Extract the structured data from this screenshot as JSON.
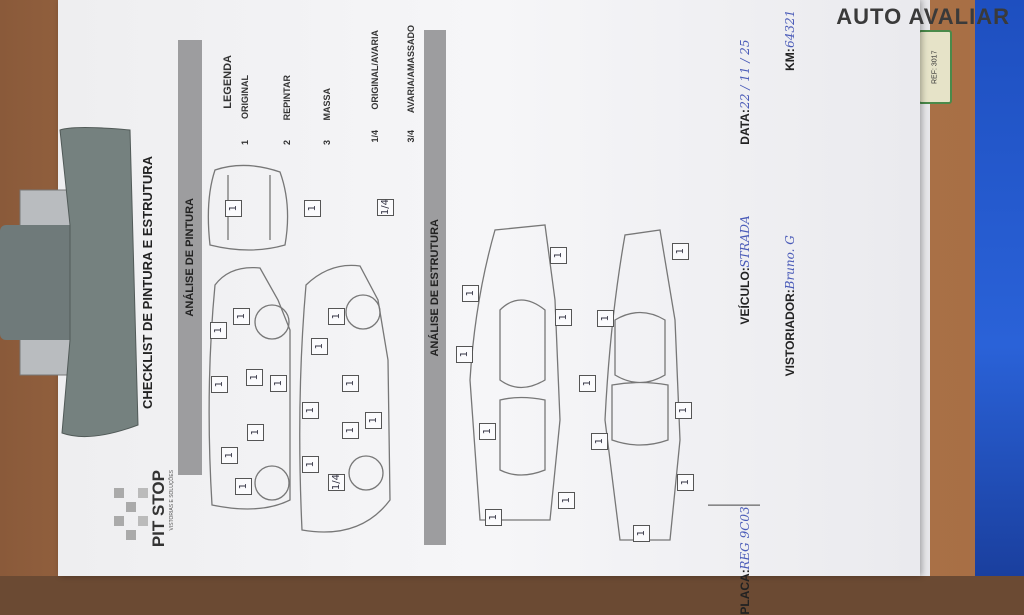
{
  "watermark": "AUTO AVALIAR",
  "tag_text": "REF: 3017",
  "form": {
    "brand": "PIT STOP",
    "brand_tagline": "VISTORIAS E SOLUÇÕES",
    "title": "CHECKLIST DE PINTURA E ESTRUTURA",
    "section_paint": "ANÁLISE DE PINTURA",
    "section_structure": "ANÁLISE DE ESTRUTURA",
    "legend": {
      "title": "LEGENDA",
      "items": [
        {
          "code": "1",
          "label": "ORIGINAL"
        },
        {
          "code": "2",
          "label": "REPINTAR"
        },
        {
          "code": "3",
          "label": "MASSA"
        },
        {
          "code": "1/4",
          "label": "ORIGINAL/AVARIA"
        },
        {
          "code": "3/4",
          "label": "AVARIA/AMASSADO"
        }
      ]
    },
    "fields": {
      "placa_label": "PLACA:",
      "placa_value": "REG 9C03",
      "veiculo_label": "VEÍCULO:",
      "veiculo_value": "STRADA",
      "data_label": "DATA:",
      "data_value": "22 / 11 / 25",
      "vistoriador_label": "VISTORIADOR:",
      "vistoriador_value": "Bruno. G",
      "km_label": "KM:",
      "km_value": "64321"
    },
    "marks": {
      "top_view": [
        "1",
        "1",
        "1/4"
      ],
      "side_left": [
        "1",
        "1",
        "1",
        "1",
        "1",
        "1",
        "1",
        "1"
      ],
      "side_right": [
        "1",
        "1",
        "1",
        "1",
        "1",
        "1",
        "1",
        "1/4"
      ],
      "structure_a": [
        "1",
        "1",
        "1",
        "1",
        "1",
        "1",
        "1"
      ],
      "structure_b": [
        "1",
        "1",
        "1",
        "1",
        "1",
        "1",
        "1"
      ]
    }
  }
}
